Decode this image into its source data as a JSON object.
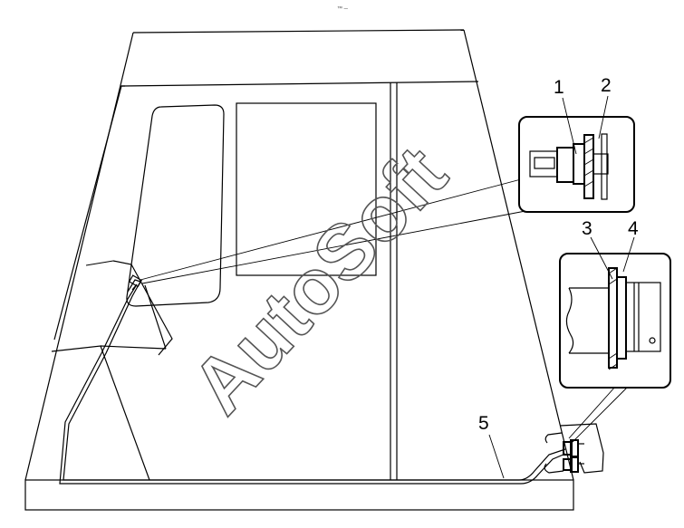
{
  "top_mark": "™ ─",
  "watermark": "AutoSoft",
  "callouts": [
    {
      "id": "1",
      "label": "1"
    },
    {
      "id": "2",
      "label": "2"
    },
    {
      "id": "3",
      "label": "3"
    },
    {
      "id": "4",
      "label": "4"
    },
    {
      "id": "5",
      "label": "5"
    }
  ]
}
